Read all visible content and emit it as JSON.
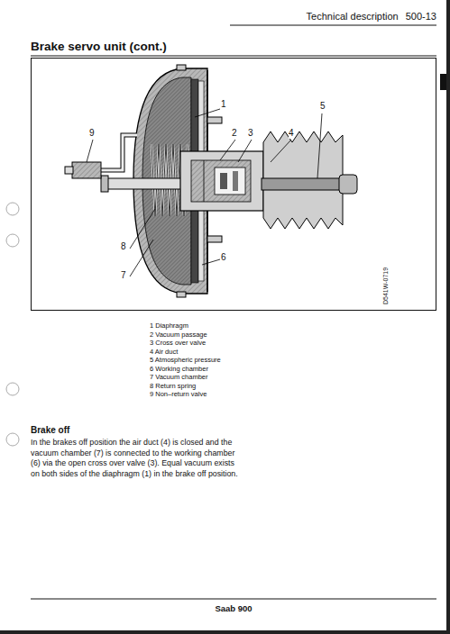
{
  "diagram": {
    "title": "Brake servo unit (cont.)",
    "labels": [
      "Technical description",
      "500-13",
      "9",
      "1",
      "2",
      "3",
      "4",
      "5",
      "8",
      "7",
      "6",
      "D541W-0719",
      "1 Diaphragm",
      "2 Vacuum passage",
      "3 Cross over valve",
      "4 Air duct",
      "5 Atmospheric pressure",
      "6 Working chamber",
      "7 Vacuum chamber",
      "8 Return spring",
      "9 Non–return valve",
      "Brake off",
      "In the brakes off position the air duct (4) is closed and the vacuum chamber (7) is connected to the working chamber (6) via the open cross over valve (3). Equal vacuum exists on both sides of the diaphragm (1) in the brake off position.",
      "Saab 900"
    ]
  }
}
